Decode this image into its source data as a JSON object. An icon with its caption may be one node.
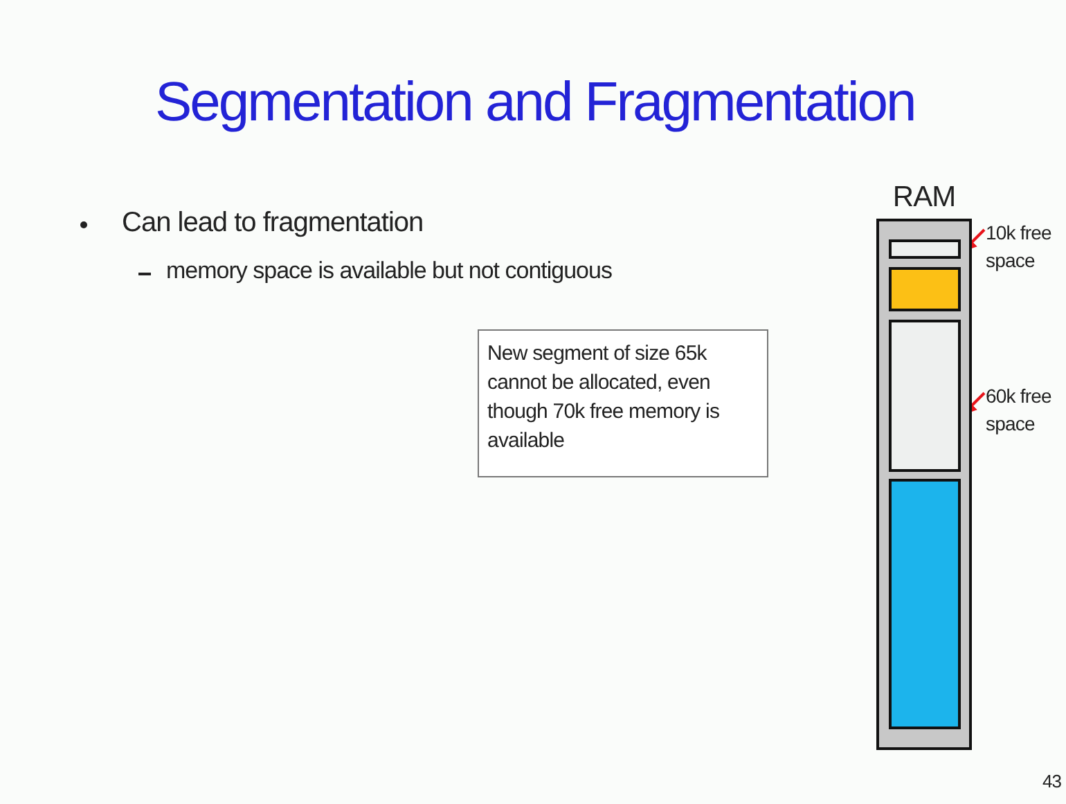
{
  "diagram": {
    "title": "Segmentation and Fragmentation",
    "nodes": [
      {
        "text": [
          "RAM"
        ]
      },
      {
        "text": [],
        "shape": "box",
        "in": 0
      },
      {
        "text": [],
        "shape": "box",
        "in": 0
      },
      {
        "text": [],
        "shape": "box",
        "in": 0
      },
      {
        "text": [],
        "shape": "box",
        "in": 0
      },
      {
        "text": [
          "10k free space"
        ]
      },
      {
        "text": [
          "60k free space"
        ]
      },
      {
        "text": [
          "New segment of size 65k cannot be allocated, even though 70k free memory is available"
        ]
      }
    ],
    "edges": [
      {
        "from": 5,
        "to": 1,
        "arrow": "to"
      },
      {
        "from": 6,
        "to": 3,
        "arrow": "to"
      }
    ],
    "labels": [
      "Can lead to fragmentation",
      "memory space is available but not contiguous",
      "43"
    ]
  }
}
